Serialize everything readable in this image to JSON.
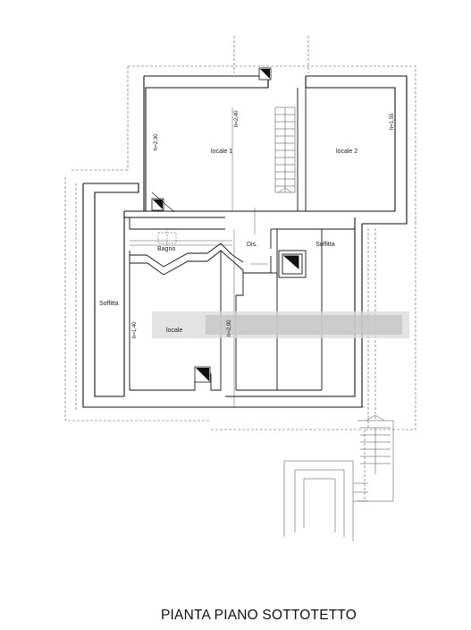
{
  "drawing": {
    "title": "PIANTA PIANO SOTTOTETTO",
    "rooms": {
      "locale1": "locale 1",
      "locale2": "locale 2",
      "bagno": "Bagno",
      "dis": "Dis.",
      "soffitta_right": "Soffitta",
      "soffitta_left": "Soffitta",
      "locale3": "locale"
    },
    "heights": {
      "h1": "h=2,30",
      "h2": "h=2,40",
      "h3": "h=1,55",
      "h4": "h=1,40",
      "h5": "h=2,90"
    }
  },
  "colors": {
    "line": "#111111",
    "fill": "#ffffff",
    "blur": "#cfcfcf"
  }
}
